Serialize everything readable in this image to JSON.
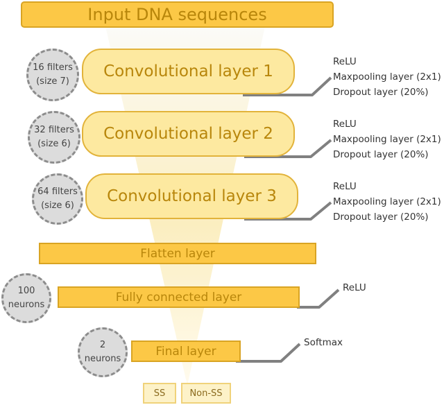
{
  "input": {
    "label": "Input DNA sequences"
  },
  "conv_layers": [
    {
      "label": "Convolutional layer 1",
      "filters": "16 filters",
      "size": "(size 7)",
      "notes": [
        "ReLU",
        "Maxpooling layer (2x1)",
        "Dropout layer (20%)"
      ]
    },
    {
      "label": "Convolutional layer 2",
      "filters": "32 filters",
      "size": "(size 6)",
      "notes": [
        "ReLU",
        "Maxpooling layer (2x1)",
        "Dropout layer (20%)"
      ]
    },
    {
      "label": "Convolutional layer 3",
      "filters": "64 filters",
      "size": "(size 6)",
      "notes": [
        "ReLU",
        "Maxpooling layer (2x1)",
        "Dropout layer (20%)"
      ]
    }
  ],
  "flatten": {
    "label": "Flatten layer"
  },
  "fully_connected": {
    "label": "Fully connected layer",
    "units_line1": "100",
    "units_line2": "neurons",
    "note": "ReLU"
  },
  "final": {
    "label": "Final layer",
    "units_line1": "2",
    "units_line2": "neurons",
    "note": "Softmax"
  },
  "outputs": [
    "SS",
    "Non-SS"
  ],
  "colors": {
    "bar_fill": "#fcc846",
    "bar_border": "#d9a423",
    "conv_fill": "#fde9a0",
    "text_gold": "#b8860b",
    "circle_fill": "#dcdcdc",
    "circle_border": "#8c8c8c",
    "connector": "#808080"
  }
}
